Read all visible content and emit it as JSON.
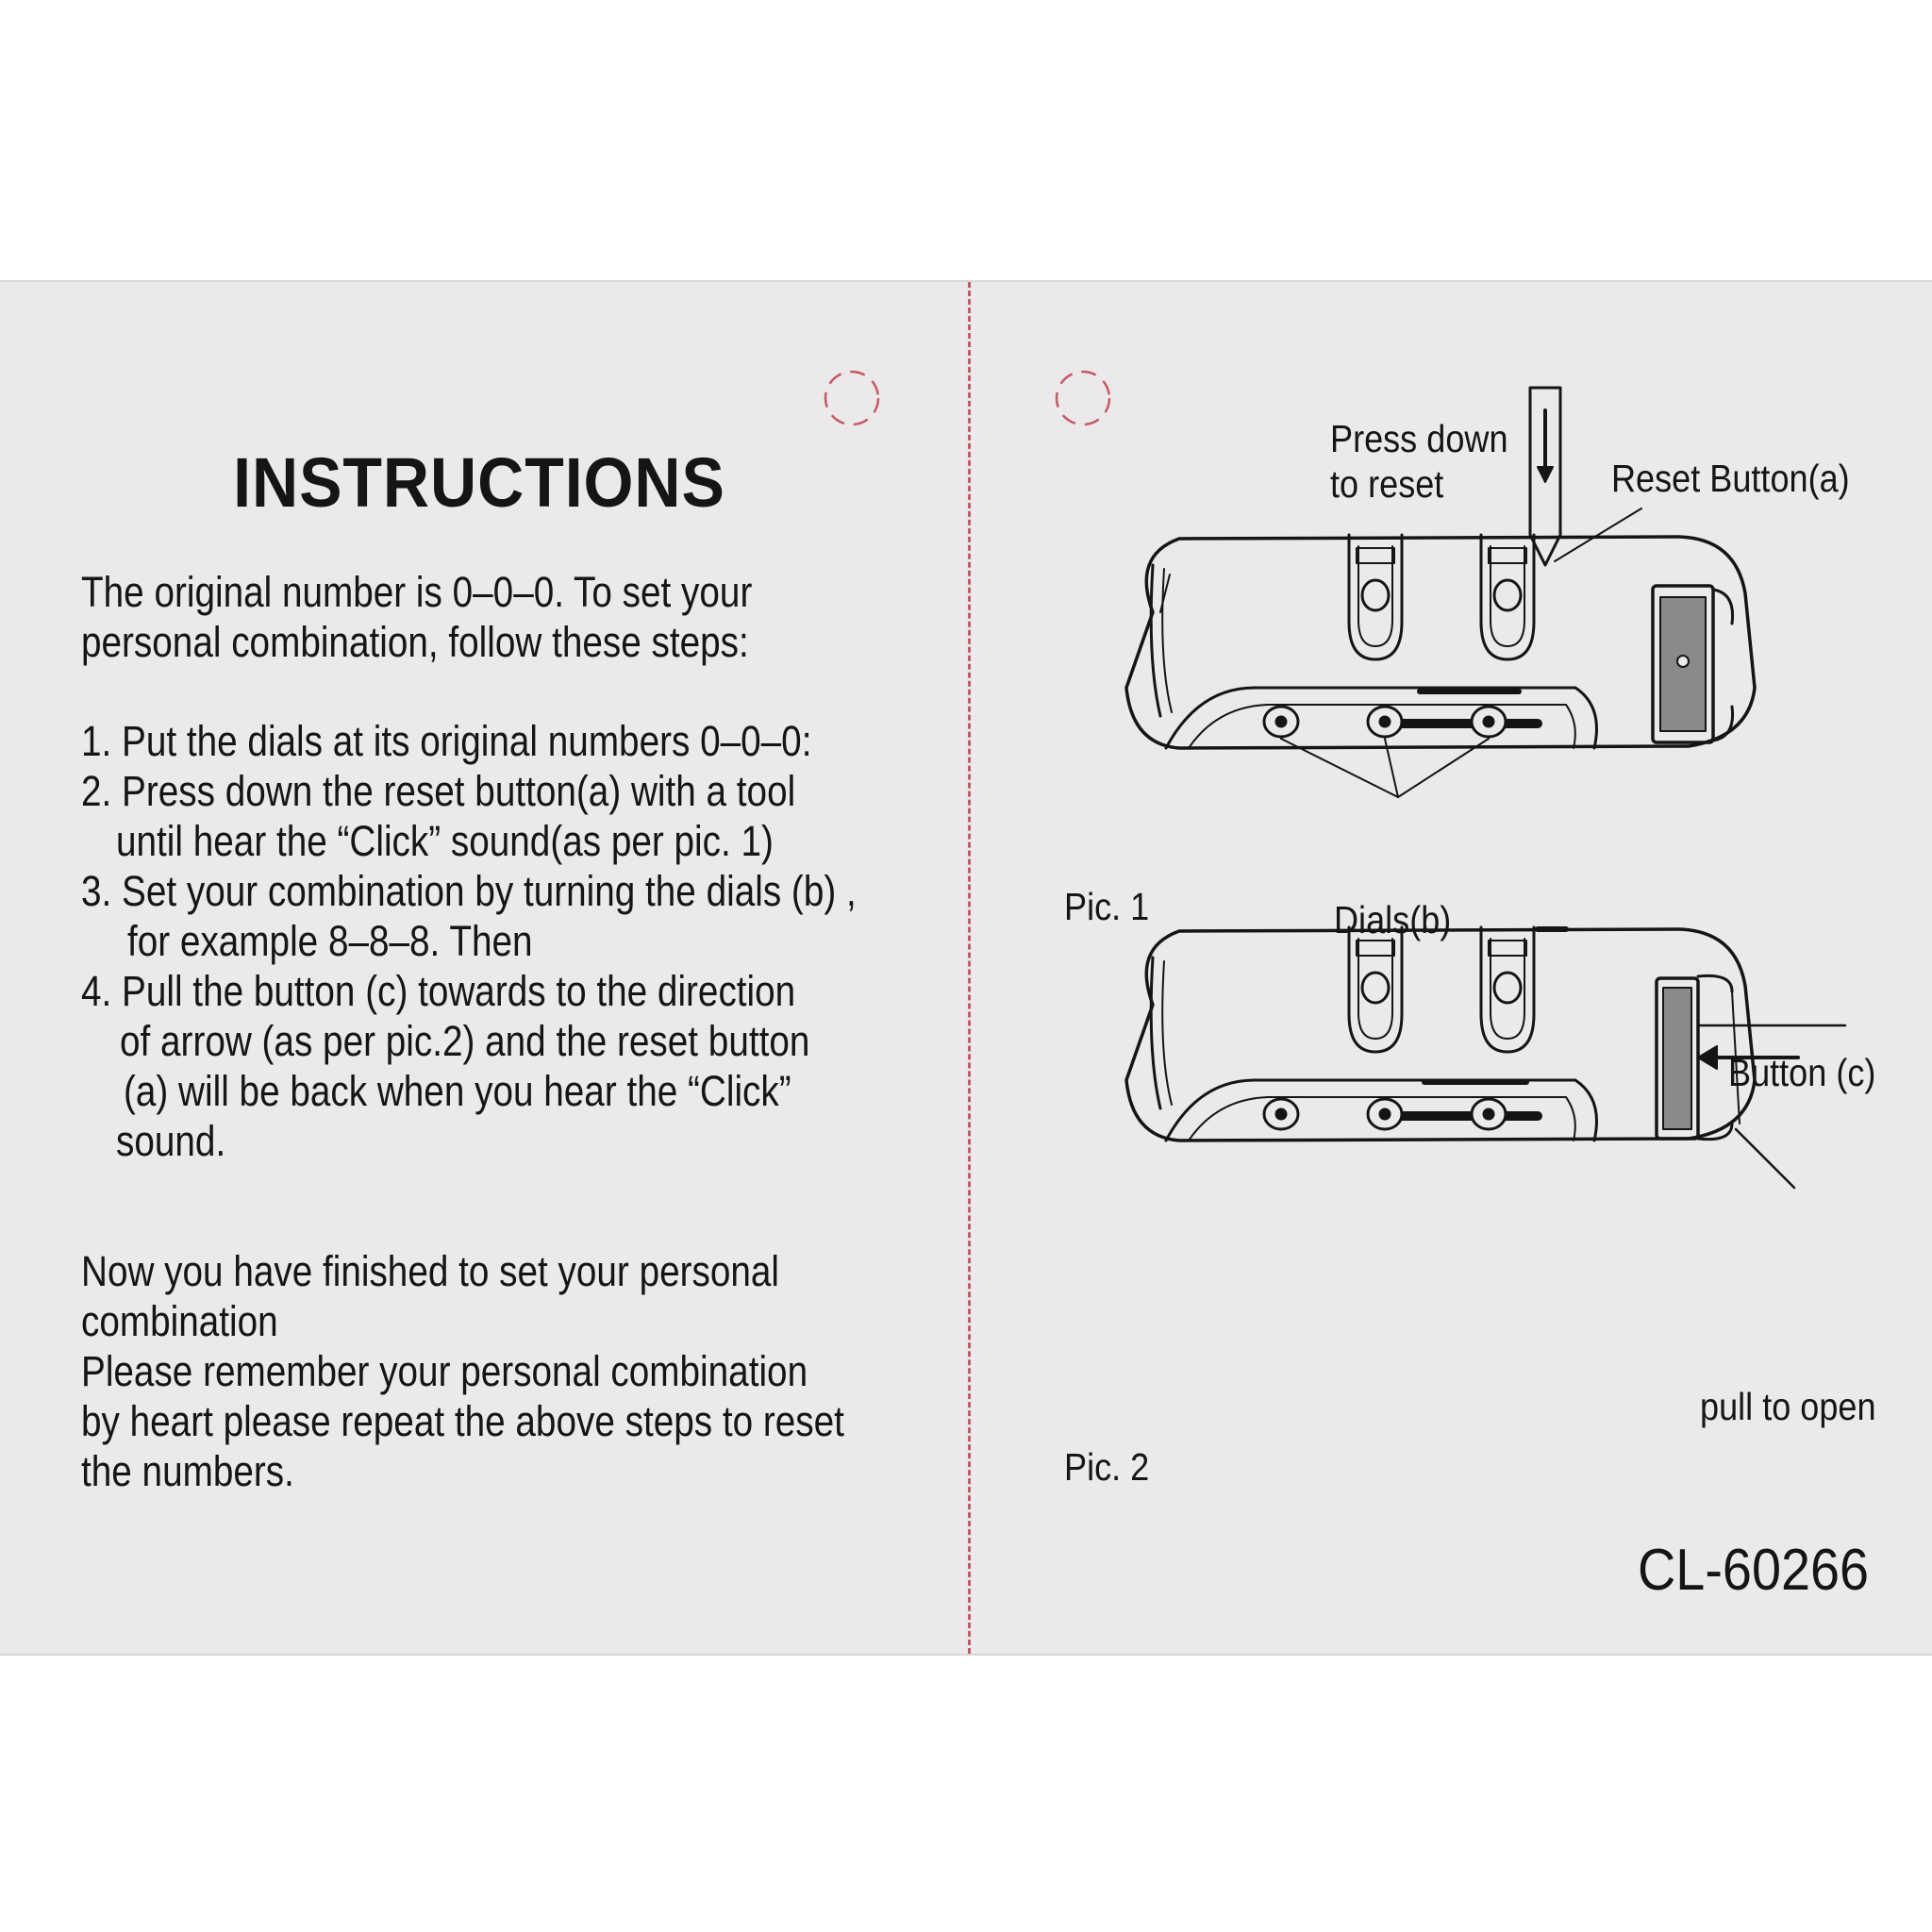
{
  "title": "INSTRUCTIONS",
  "intro": [
    "The original number is 0–0–0. To set your",
    "personal combination, follow these steps:"
  ],
  "steps": [
    "1. Put the dials at its original numbers 0–0–0:",
    "2. Press down the reset button(a) with a tool",
    "until hear the “Click” sound(as per pic. 1)",
    "3. Set your combination by turning the dials (b) ,",
    "for example 8–8–8. Then",
    "4. Pull the button (c) towards to the direction",
    "of arrow (as per pic.2) and the reset button",
    "(a) will be back when you hear the “Click”",
    "sound."
  ],
  "outro": [
    "Now you have finished to set your personal",
    "combination",
    "Please remember your personal combination",
    "by heart please repeat the above steps to reset",
    "the numbers."
  ],
  "pic1": {
    "press_line1": "Press down",
    "press_line2": "to reset",
    "reset_button": "Reset Button(a)",
    "dials": "Dials(b)",
    "caption": "Pic. 1"
  },
  "pic2": {
    "button_c": "Button (c)",
    "pull": "pull to open",
    "caption": "Pic. 2"
  },
  "model": "CL-60266",
  "colors": {
    "card": "#ebe9eb",
    "ink": "#151515",
    "fold_dash": "#c45a64"
  }
}
